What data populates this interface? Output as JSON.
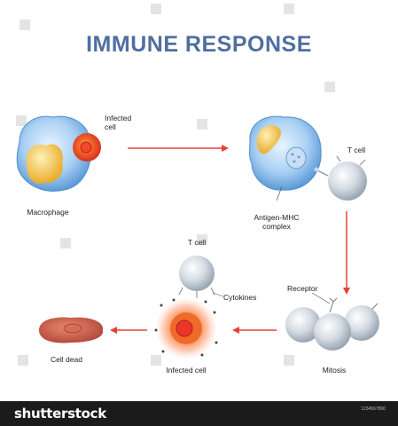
{
  "title": "IMMUNE RESPONSE",
  "labels": {
    "infected_cell_top": "Infected\ncell",
    "macrophage": "Macrophage",
    "t_cell_right": "T cell",
    "antigen_mhc": "Antigen-MHC\ncomplex",
    "t_cell_bottom": "T cell",
    "cytokines": "Cytokines",
    "receptor": "Receptor",
    "cell_dead": "Cell dead",
    "infected_cell_bottom": "Infected cell",
    "mitosis": "Mitosis"
  },
  "footer": {
    "brand": "shutterstock",
    "stock_id": "1234567890"
  },
  "colors": {
    "title": "#4f6fa0",
    "arrow": "#e8413a",
    "cell_blue": "#7fb4e6",
    "nucleus_yellow": "#f2c23e",
    "infected_red": "#e8362a",
    "t_cell_gray": "#cfd6de",
    "dead_cell": "#c5584a"
  }
}
